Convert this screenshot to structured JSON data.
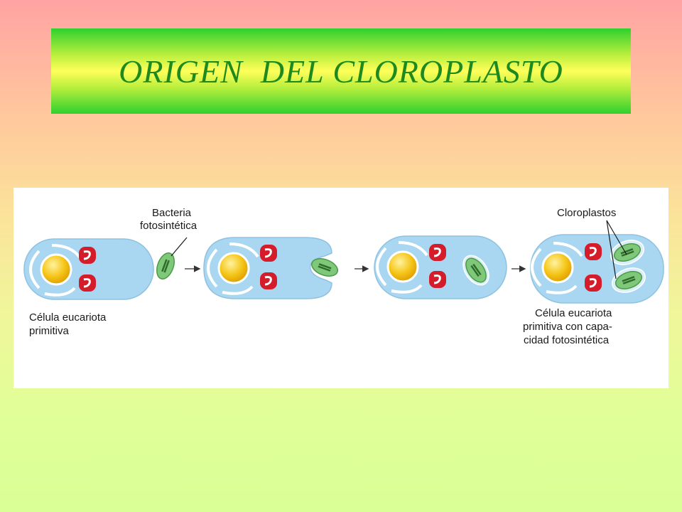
{
  "slide": {
    "title": "ORIGEN  DEL CLOROPLASTO"
  },
  "figure": {
    "label_bacteria_line1": "Bacteria",
    "label_bacteria_line2": "fotosintética",
    "label_chloroplasts": "Cloroplastos",
    "label_primitive_cell_line1": "Célula eucariota",
    "label_primitive_cell_line2": "primitiva",
    "label_result_line1": "Célula eucariota",
    "label_result_line2": "primitiva con capa-",
    "label_result_line3": "cidad fotosintética",
    "colors": {
      "cytoplasm": "#a9d6f0",
      "nucleus": "#f5c518",
      "mitochondria": "#d51c2a",
      "bacteria": "#7fc87a",
      "membrane": "#ffffff"
    }
  }
}
